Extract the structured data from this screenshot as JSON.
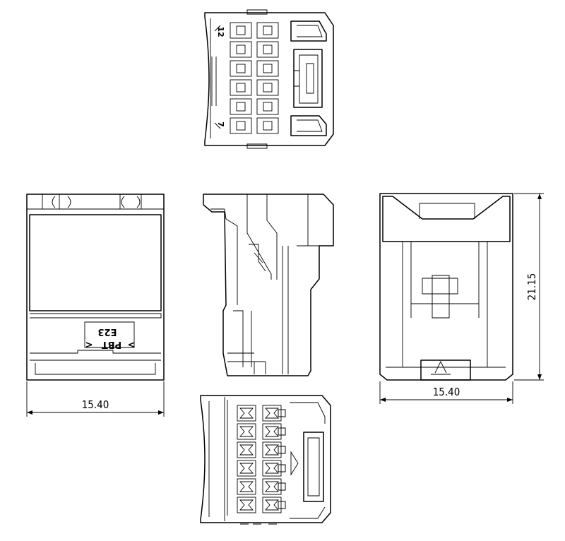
{
  "dimensions": {
    "front_width": "15.40",
    "right_width": "15.40",
    "right_height": "21.15"
  },
  "markings": {
    "pin_top": "12",
    "pin_bottom": "7",
    "material": "PBT",
    "code": "E23"
  },
  "colors": {
    "line": "#000000",
    "background": "#ffffff"
  }
}
